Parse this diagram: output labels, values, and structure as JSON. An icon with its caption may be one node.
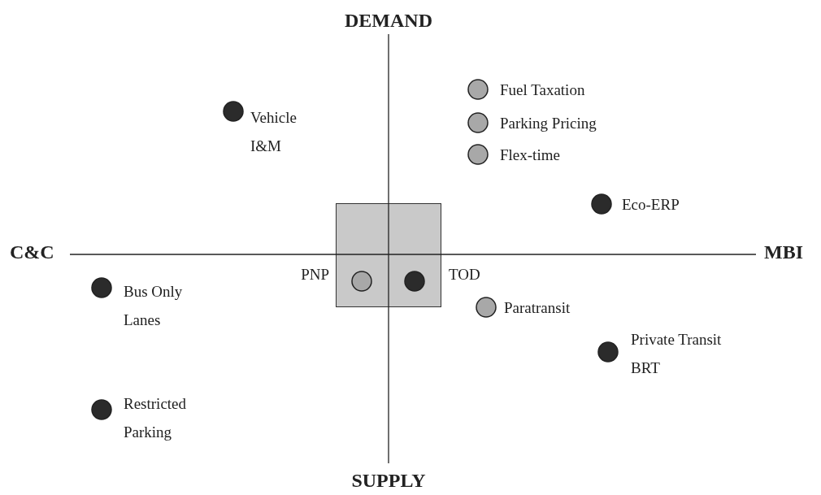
{
  "diagram": {
    "nodes": [
      {
        "text": [],
        "shape": "circle",
        "beside": [
          "Vehicle I&M"
        ]
      },
      {
        "text": [],
        "shape": "circle",
        "beside": [
          "Fuel Taxation"
        ]
      },
      {
        "text": [],
        "shape": "circle",
        "beside": [
          "Parking Pricing"
        ]
      },
      {
        "text": [],
        "shape": "circle",
        "beside": [
          "Flex-time"
        ]
      },
      {
        "text": [],
        "shape": "circle",
        "beside": [
          "Eco-ERP"
        ]
      },
      {
        "text": [],
        "shape": "box"
      },
      {
        "text": [],
        "shape": "circle",
        "beside": [
          "PNP"
        ],
        "in": 5
      },
      {
        "text": [],
        "shape": "circle",
        "beside": [
          "TOD"
        ],
        "in": 5
      },
      {
        "text": [],
        "shape": "circle",
        "beside": [
          "Bus Only Lanes"
        ]
      },
      {
        "text": [],
        "shape": "circle",
        "beside": [
          "Paratransit"
        ]
      },
      {
        "text": [],
        "shape": "circle",
        "beside": [
          "Private Transit BRT"
        ]
      },
      {
        "text": [],
        "shape": "circle",
        "beside": [
          "Restricted Parking"
        ]
      }
    ],
    "labels": [
      "DEMAND",
      "C&C",
      "MBI",
      "SUPPLY"
    ]
  }
}
